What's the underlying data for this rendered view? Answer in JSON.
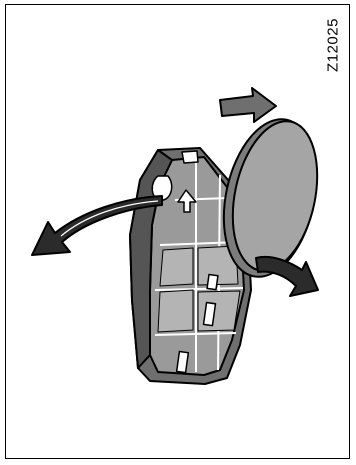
{
  "figure": {
    "code": "Z12025",
    "colors": {
      "fill_dark": "#6f6f6f",
      "fill_mid": "#9a9a9a",
      "fill_light": "#b4b4b4",
      "fill_white": "#ffffff",
      "stroke": "#000000"
    },
    "icons": [
      "remote-key-body",
      "key-arrow-symbol",
      "coin-battery",
      "left-rotate-arrow",
      "top-arrow",
      "right-curved-arrow"
    ]
  }
}
